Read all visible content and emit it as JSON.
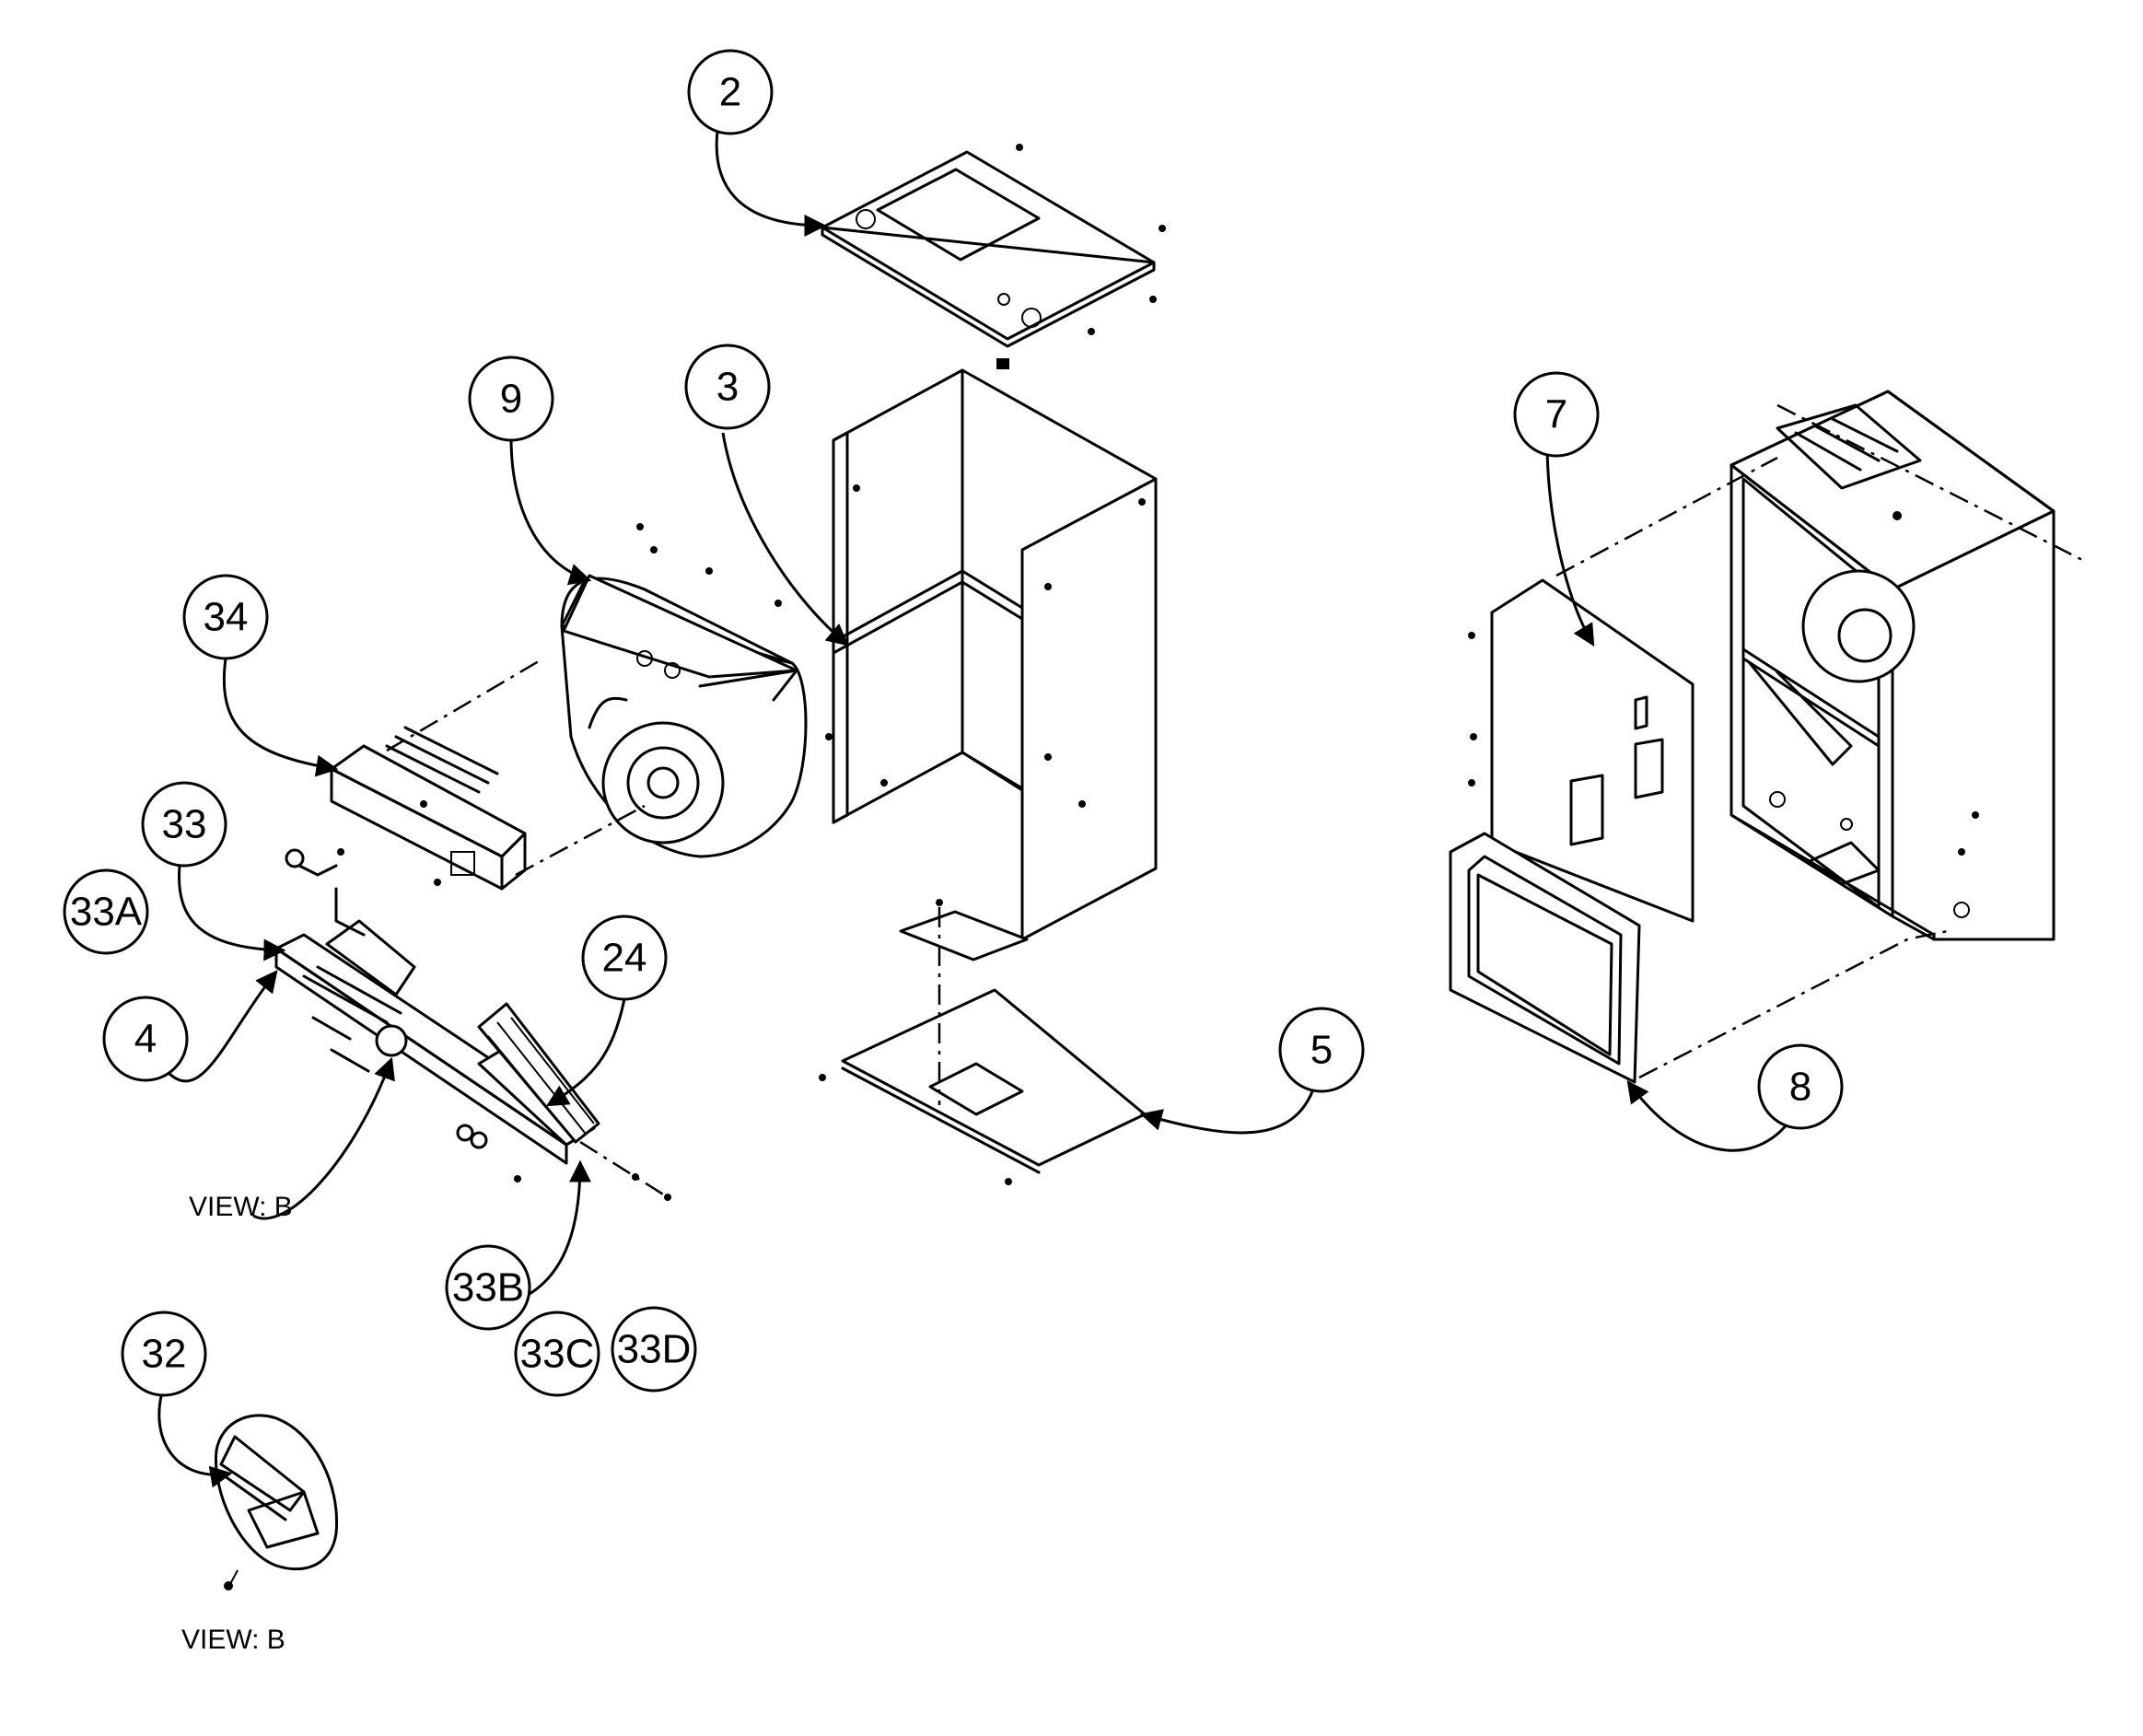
{
  "callouts": {
    "c2": "2",
    "c3": "3",
    "c4": "4",
    "c5": "5",
    "c7": "7",
    "c8": "8",
    "c9": "9",
    "c24": "24",
    "c32": "32",
    "c33": "33",
    "c33a": "33A",
    "c33b": "33B",
    "c33c": "33C",
    "c33d": "33D",
    "c34": "34"
  },
  "labels": {
    "view_b_upper": "VIEW: B",
    "view_b_lower": "VIEW: B"
  }
}
